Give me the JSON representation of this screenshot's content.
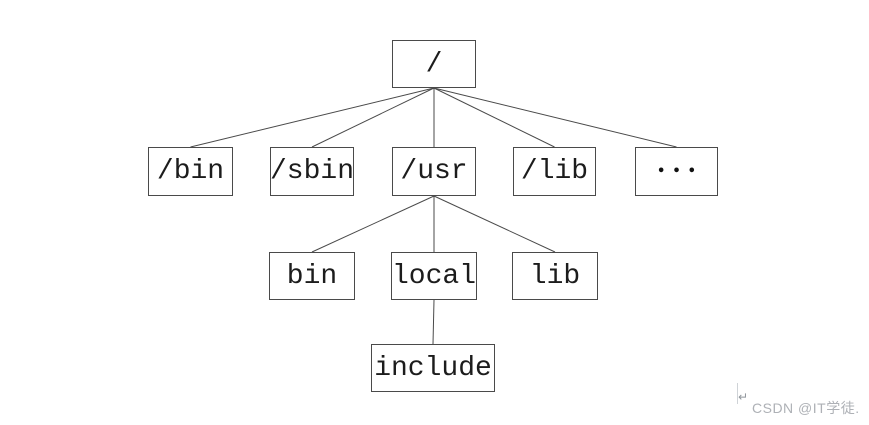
{
  "diagram": {
    "nodes": {
      "root": {
        "label": "/"
      },
      "bin": {
        "label": "/bin"
      },
      "sbin": {
        "label": "/sbin"
      },
      "usr": {
        "label": "/usr"
      },
      "lib": {
        "label": "/lib"
      },
      "more": {
        "label": "•••"
      },
      "usr_bin": {
        "label": "bin"
      },
      "usr_local": {
        "label": "local"
      },
      "usr_lib": {
        "label": "lib"
      },
      "include": {
        "label": "include"
      }
    },
    "edges": [
      {
        "from": "root",
        "to": "bin"
      },
      {
        "from": "root",
        "to": "sbin"
      },
      {
        "from": "root",
        "to": "usr"
      },
      {
        "from": "root",
        "to": "lib"
      },
      {
        "from": "root",
        "to": "more"
      },
      {
        "from": "usr",
        "to": "usr_bin"
      },
      {
        "from": "usr",
        "to": "usr_local"
      },
      {
        "from": "usr",
        "to": "usr_lib"
      },
      {
        "from": "usr_local",
        "to": "include"
      }
    ],
    "colors": {
      "box_border": "#4a4a4a",
      "edge_line": "#4a4a4a",
      "node_text": "#1c1c1c",
      "watermark_text": "#aeb1b6"
    }
  },
  "watermark": {
    "return_symbol": "↵",
    "text": "CSDN @IT学徒."
  }
}
